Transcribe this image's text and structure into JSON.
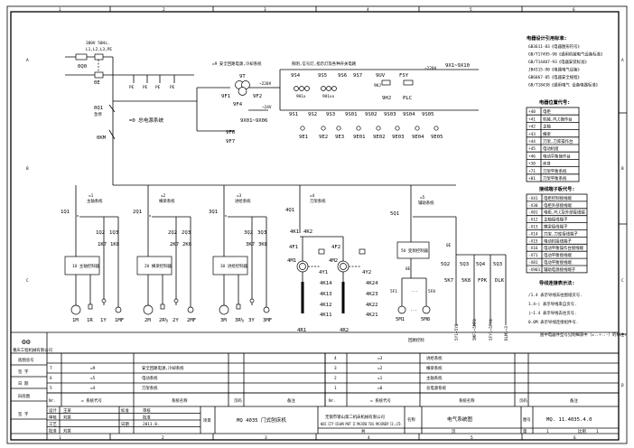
{
  "frame": {
    "columns": [
      "1",
      "2",
      "3",
      "4",
      "5",
      "6"
    ],
    "rows": [
      "A",
      "B",
      "C",
      "D"
    ]
  },
  "supply": {
    "voltage": "380V 50Hz,",
    "phases": "L1,L2,L3,PE",
    "main_switch": "0Q0",
    "earth": "0E",
    "pe_taps": [
      "PE",
      "PE",
      "PE",
      "PE"
    ],
    "breaker": "0Q1",
    "breaker_note": "急停",
    "contactor": "0KM",
    "system_label": "=0 总电源系统"
  },
  "safety": {
    "title": "=9 安全回路电源,冷却系统",
    "transformer": "9T",
    "v220": "~220V",
    "v24": "~24V",
    "f1": "9F1",
    "f2": "9F2",
    "f4": "9F4",
    "f6": "9F6",
    "f7": "9F7",
    "terminals": "9X01~9X06",
    "box_title": "照明,信号灯,指示灯及各种开关电路",
    "switches_top": [
      "9S4",
      "9S5",
      "9S6",
      "9S7",
      "9UV",
      "FSY"
    ],
    "lamp_groups": [
      "9H1x",
      "9H1xx"
    ],
    "uv_relay": "9KJ",
    "uv_lamp": "9HJ",
    "plc": "PLC",
    "out_v": "~220V",
    "out_terms": "9X1~9X10",
    "switches_bottom": [
      "9S1",
      "9S2",
      "9S3",
      "9S01",
      "9S02",
      "9S03",
      "9S04",
      "9S05"
    ],
    "lamps_bottom": [
      "9E1",
      "9E2",
      "9E3",
      "9E01",
      "9E02",
      "9E03",
      "9E04",
      "9E05"
    ]
  },
  "subsystems": [
    {
      "id": "=1",
      "name": "主轴系统",
      "q1": "1Q1",
      "q2": "1Q2",
      "q3": "1Q3",
      "k7": "1K7",
      "k8": "1K8",
      "unit": "1U 主轴控制器",
      "loads": [
        "1M",
        "1R",
        "1Y",
        "1MF"
      ]
    },
    {
      "id": "=2",
      "name": "横梁系统",
      "q1": "2Q1",
      "q2": "2Q2",
      "q3": "2Q3",
      "k7": "2K7",
      "k8": "2K8",
      "unit": "2U 横梁控制器",
      "loads": [
        "2M",
        "2R½",
        "2Y",
        "2MF"
      ]
    },
    {
      "id": "=3",
      "name": "进给系统",
      "q1": "3Q1",
      "q2": "3Q2",
      "q3": "3Q3",
      "k7": "3K7",
      "k8": "3K8",
      "unit": "3U 进给控制器",
      "loads": [
        "3M",
        "3R½",
        "3Y",
        "3MF"
      ]
    }
  ],
  "sys4": {
    "id": "=4",
    "name": "刀架系统",
    "q1": "4Q1",
    "k1": "4K1",
    "k2": "4K2",
    "f1": "4F1",
    "f2": "4F2",
    "m1": "4M1",
    "m2": "4M2",
    "y1": "4Y1",
    "y2": "4Y2",
    "contacts1": [
      "4K14",
      "4K13",
      "4K12",
      "4K11"
    ],
    "contacts2": [
      "4K24",
      "4K23",
      "4K22",
      "4K21"
    ],
    "r1": "4R1",
    "r2": "4R2"
  },
  "sys5": {
    "id": "=5",
    "name": "辅助系统",
    "q1": "5Q1",
    "unit": "5U 变频控制器",
    "e1": "0E",
    "e2": "0E",
    "m_first": "5M1",
    "m_last": "5M8",
    "f_first": "5F1",
    "f_last": "5F8",
    "dots": "···",
    "qs": [
      "5Q2",
      "5Q3",
      "5Q4",
      "5Q3"
    ],
    "ks": [
      "5K7",
      "5K8",
      "FPK",
      "DLK"
    ],
    "loads": [
      "5Y1~5Y8",
      "5MF1~5MF8",
      "5FY1~5FY4",
      "DLM1~3"
    ],
    "footer": "回路控制"
  },
  "standards": {
    "title": "电器设计引用标准:",
    "items": [
      "GB3611-83《电器图形符号》",
      "GB/T17495-98《通用机械电气设备标准》",
      "GB/T14407-93《电器安装标准》",
      "JB4315-90《电器电气设备》",
      "GB6067-85《电器安全规程》",
      "GB/T18438《通用电气 设备电器标准》"
    ]
  },
  "location_table": {
    "title": "电器位置代号:",
    "rows": [
      [
        "+40",
        "电柜"
      ],
      [
        "+41",
        "机械,PLC操作台"
      ],
      [
        "+42",
        "主轴"
      ],
      [
        "+43",
        "横梁"
      ],
      [
        "+44",
        "刀架,刀库操作台"
      ],
      [
        "+45",
        "电动机组"
      ],
      [
        "+46",
        "电动平衡操作台"
      ],
      [
        "+30",
        "床身"
      ],
      [
        "+71",
        "刀架平衡系统"
      ],
      [
        "+81",
        "刀架平衡系统"
      ]
    ]
  },
  "terminal_table": {
    "title": "接线端子板代号:",
    "rows": [
      [
        "-X41",
        "电柜控制接线端"
      ],
      [
        "-X30",
        "电柜外部接线端"
      ],
      [
        "-X01",
        "电柜,PLC及外部接线端"
      ],
      [
        "-X12",
        "主轴接线端子"
      ],
      [
        "-X13",
        "横梁接线端子"
      ],
      [
        "-X14",
        "刀架,刀库接线端子"
      ],
      [
        "-X15",
        "电动机接线端子"
      ],
      [
        "-X16",
        "电动平衡操作台接线端"
      ],
      [
        "-X71",
        "电动平衡接线端"
      ],
      [
        "-X81",
        "电动平衡接线端"
      ],
      [
        "-X901",
        "辅助电源接线端子"
      ]
    ]
  },
  "notes": {
    "title": "导线连接表示法:",
    "items": [
      "/1.4  表示导线去往图纸页号.",
      "1.4—|  表示导线来自页号.",
      "|—1.4  表示导线去往页号.",
      "0.0M  表示导线连接组件号."
    ],
    "footer": "图中电器件型号见明细表中（=..+..-）的标注."
  },
  "title_block": {
    "company_logo_text": "重庆工程机械有限公司",
    "side_labels": [
      "底图总号",
      "签 字",
      "日 期",
      "旧底图",
      "签 字"
    ],
    "left_rows": [
      {
        "nr": "7",
        "code": "=9",
        "desc": "安全回路电源,冷却系统"
      },
      {
        "nr": "6",
        "code": "=5",
        "desc": "电动系统"
      },
      {
        "nr": "5",
        "code": "=4",
        "desc": "刀架系统"
      }
    ],
    "right_rows": [
      {
        "nr": "4",
        "code": "=3",
        "desc": "进给系统"
      },
      {
        "nr": "3",
        "code": "=2",
        "desc": "横梁系统"
      },
      {
        "nr": "2",
        "code": "=1",
        "desc": "主轴系统"
      },
      {
        "nr": "1",
        "code": "=0",
        "desc": "总电源系统"
      }
    ],
    "header": {
      "nr": "Nr.",
      "code": "= 系统代号",
      "desc": "系统名称",
      "page": "页码",
      "remark": "备注"
    },
    "sign": [
      [
        "设计",
        "王某",
        "标准",
        "审核"
      ],
      [
        "审核",
        "刘某",
        "",
        "批准"
      ],
      [
        "工艺",
        "",
        "日期",
        "2011.8."
      ],
      [
        "批准",
        "刘某",
        "",
        ""
      ]
    ],
    "project_label": "项目",
    "project": "MQ 4035 门式刨床机",
    "company_cn": "无锡市锡山第二机床机械有限公司",
    "company_en": "WUXI CITY XISHAN PART II MACHINE TOOL MACHINERY CO.,LTD.",
    "name_label": "名称",
    "name": "电气系统图",
    "drawing_no_label": "图号",
    "drawing_no": "MQ. 11.4035.4.0",
    "bottom": {
      "sheet_label": "共",
      "page_label": "页",
      "pages": "1",
      "sheet_no_label": "第",
      "sheet_no": "1",
      "scale_label": "比例",
      "scale_sub": "重量"
    }
  }
}
